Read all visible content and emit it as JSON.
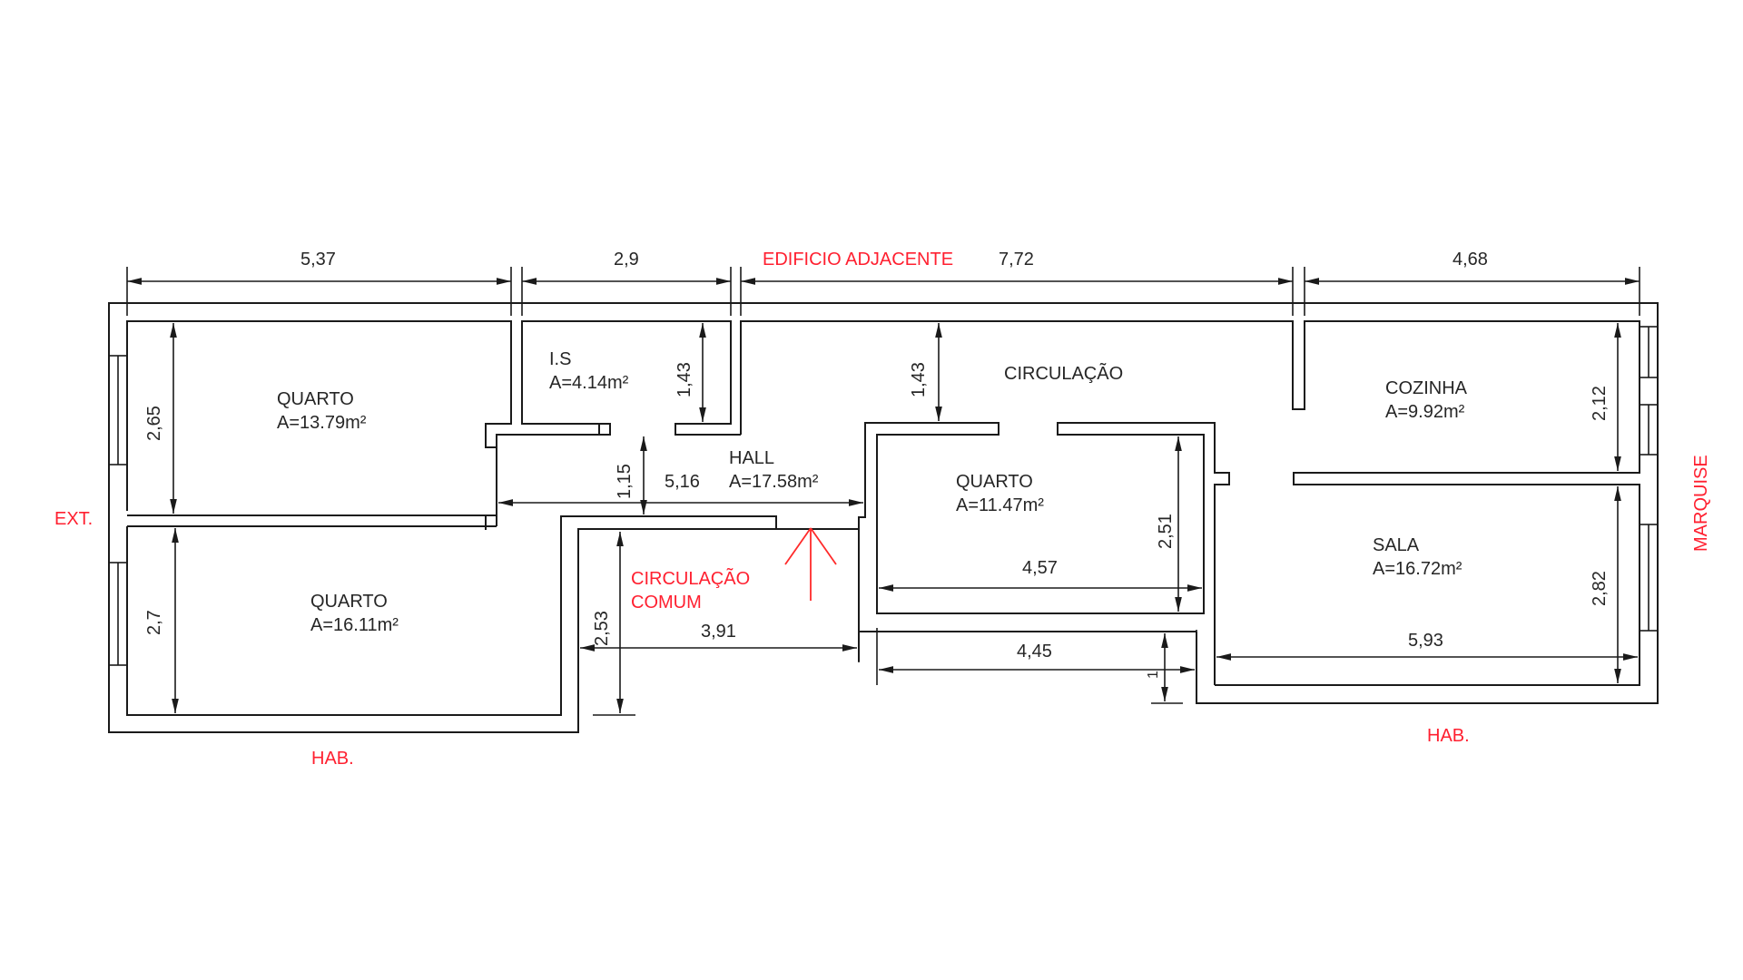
{
  "plan": {
    "colors": {
      "line": "#1a1a1a",
      "text": "#262626",
      "annotation": "#ff2030"
    },
    "rooms": [
      {
        "id": "quarto-1",
        "name": "QUARTO",
        "area": "A=13.79m²"
      },
      {
        "id": "quarto-2",
        "name": "QUARTO",
        "area": "A=16.11m²"
      },
      {
        "id": "is",
        "name": "I.S",
        "area": "A=4.14m²"
      },
      {
        "id": "hall",
        "name": "HALL",
        "area": "A=17.58m²"
      },
      {
        "id": "circulacao",
        "name": "CIRCULAÇÃO",
        "area": ""
      },
      {
        "id": "quarto-3",
        "name": "QUARTO",
        "area": "A=11.47m²"
      },
      {
        "id": "cozinha",
        "name": "COZINHA",
        "area": "A=9.92m²"
      },
      {
        "id": "sala",
        "name": "SALA",
        "area": "A=16.72m²"
      }
    ],
    "dimensions": {
      "top_quarto": "5,37",
      "top_is": "2,9",
      "top_circulacao": "7,72",
      "top_cozinha": "4,68",
      "quarto1_height": "2,65",
      "quarto2_height": "2,7",
      "is_height": "1,43",
      "circulacao_height": "1,43",
      "hall_height": "1,15",
      "hall_width": "5,16",
      "quarto3_height": "2,51",
      "quarto3_width": "4,57",
      "circ_comum_height": "2,53",
      "circ_comum_width": "3,91",
      "corridor_width": "4,45",
      "corridor_step": "1",
      "cozinha_height": "2,12",
      "sala_height": "2,82",
      "sala_width": "5,93"
    },
    "annotations": {
      "top": "EDIFICIO ADJACENTE",
      "left": "EXT.",
      "right": "MARQUISE",
      "bottom_left": "HAB.",
      "bottom_right": "HAB.",
      "common_circ_line1": "CIRCULAÇÃO",
      "common_circ_line2": "COMUM"
    },
    "icons": {
      "entrance": "arrow-up-icon"
    }
  }
}
